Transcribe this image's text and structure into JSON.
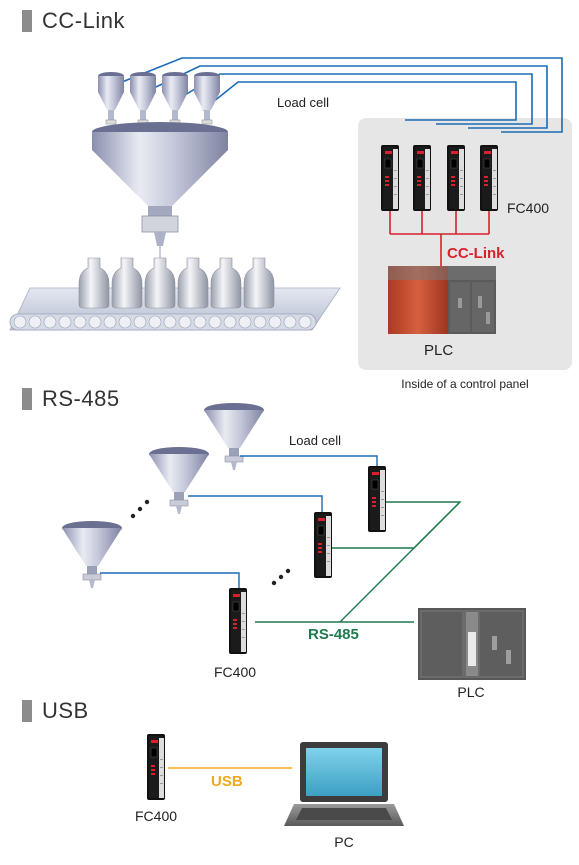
{
  "sections": {
    "cclink": {
      "title": "CC-Link",
      "load_cell": "Load cell",
      "device": "FC400",
      "network": "CC-Link",
      "plc": "PLC",
      "panel_caption": "Inside of a control panel"
    },
    "rs485": {
      "title": "RS-485",
      "load_cell": "Load cell",
      "device": "FC400",
      "network": "RS-485",
      "plc": "PLC"
    },
    "usb": {
      "title": "USB",
      "device": "FC400",
      "network": "USB",
      "pc": "PC"
    }
  },
  "colors": {
    "load_cell_wire": "#1a6bb5",
    "cclink": "#d9202c",
    "rs485": "#1f7a4d",
    "usb": "#f0a81c",
    "panel_bg": "#e6e6e6"
  }
}
